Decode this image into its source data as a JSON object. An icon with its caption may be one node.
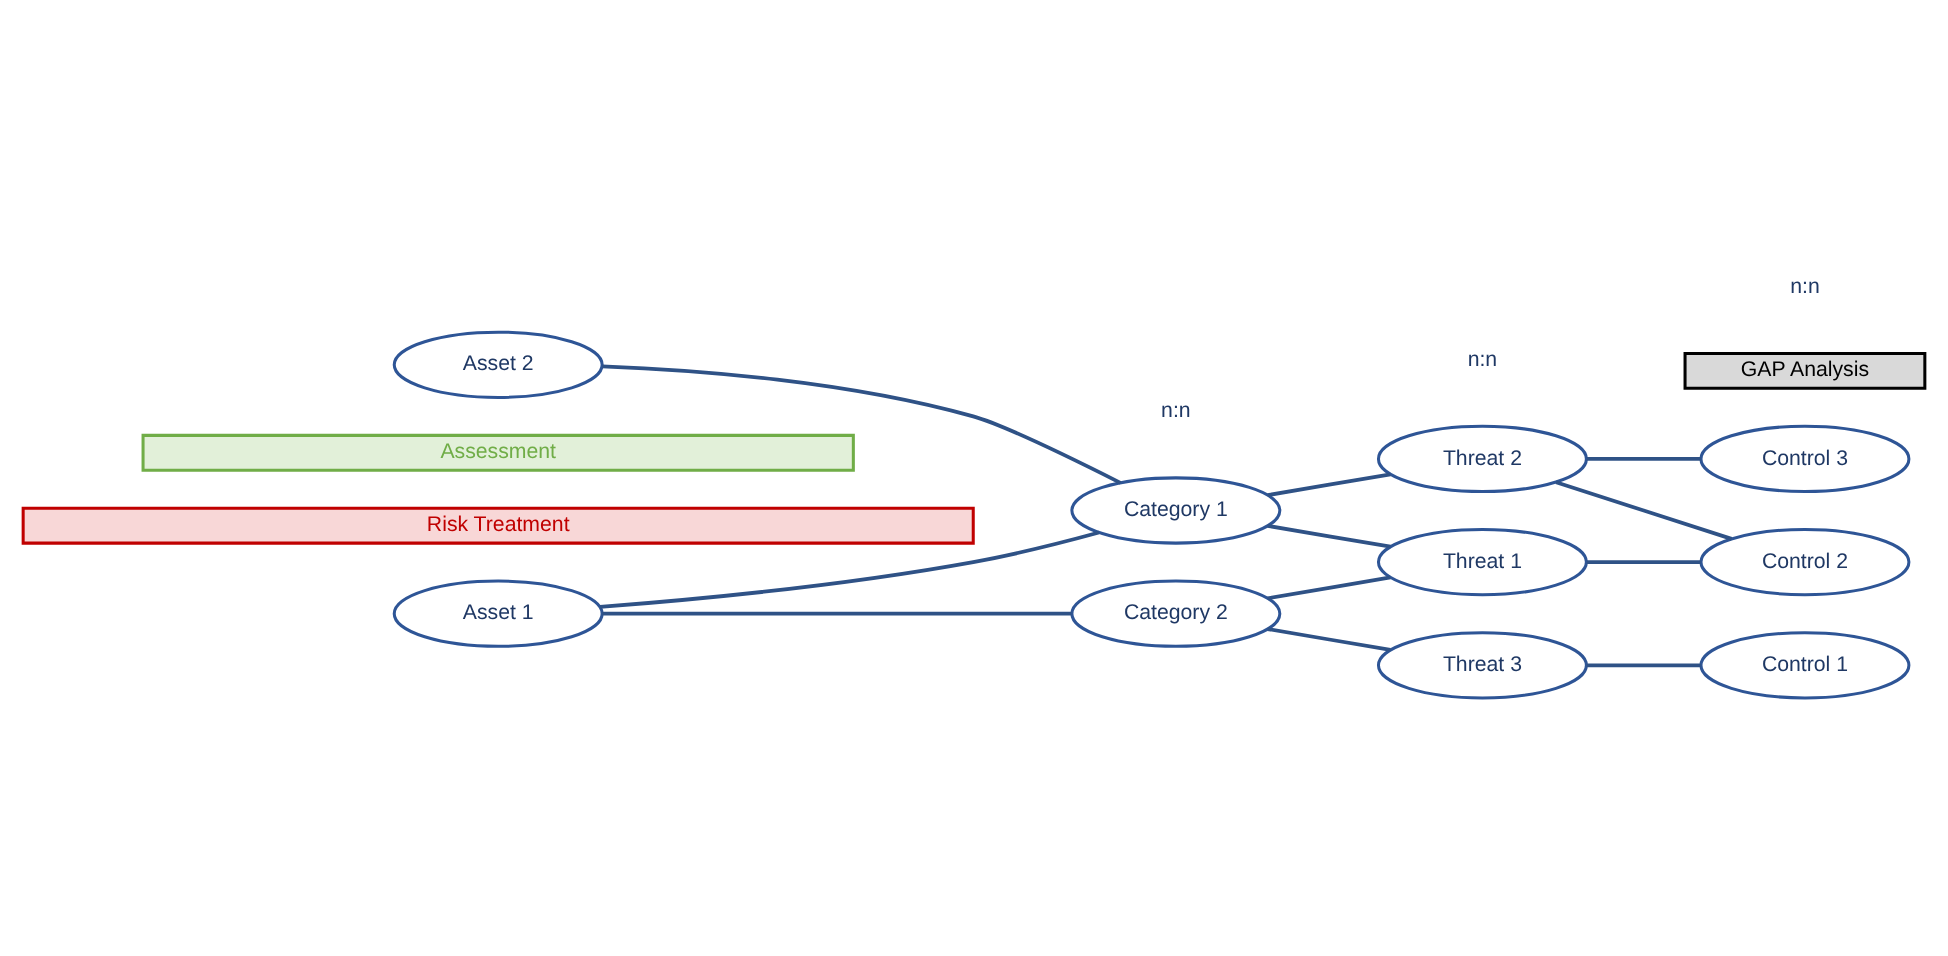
{
  "diagram": {
    "nodes": [
      {
        "text": [
          "Asset 1"
        ]
      },
      {
        "text": [
          "Asset 2"
        ]
      },
      {
        "text": [
          "Category 1"
        ]
      },
      {
        "text": [
          "Category 2"
        ]
      },
      {
        "text": [
          "Threat 1"
        ]
      },
      {
        "text": [
          "Threat 2"
        ]
      },
      {
        "text": [
          "Threat 3"
        ]
      },
      {
        "text": [
          "Control 1"
        ]
      },
      {
        "text": [
          "Control 2"
        ]
      },
      {
        "text": [
          "Control 3"
        ]
      },
      {
        "text": [
          "Assessment"
        ]
      },
      {
        "text": [
          "GAP Analysis"
        ]
      },
      {
        "text": [
          "Risk Treatment"
        ]
      }
    ],
    "edges": [
      {
        "from": 0,
        "to": 2,
        "arrow": "none"
      },
      {
        "from": 0,
        "to": 3,
        "arrow": "none"
      },
      {
        "from": 1,
        "to": 2,
        "arrow": "none"
      },
      {
        "from": 2,
        "to": 4,
        "arrow": "none"
      },
      {
        "from": 2,
        "to": 5,
        "arrow": "none"
      },
      {
        "from": 3,
        "to": 4,
        "arrow": "none"
      },
      {
        "from": 3,
        "to": 6,
        "arrow": "none"
      },
      {
        "from": 4,
        "to": 8,
        "arrow": "none"
      },
      {
        "from": 5,
        "to": 8,
        "arrow": "none"
      },
      {
        "from": 5,
        "to": 9,
        "arrow": "none"
      },
      {
        "from": 6,
        "to": 7,
        "arrow": "none"
      }
    ],
    "labels": [
      "n:n",
      "n:n",
      "n:n"
    ]
  }
}
